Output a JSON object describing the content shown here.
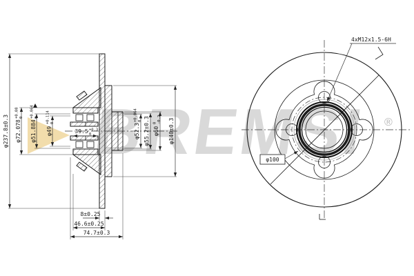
{
  "watermark": {
    "brand": "BREMSI",
    "registered": "®",
    "text_color": "#c9c9c9",
    "accent_color": "#f1dba8"
  },
  "colors": {
    "line": "#1a1a1a",
    "dim_line": "#333333"
  },
  "annotations": {
    "thread_callout": "4xM12x1.5-6H",
    "bolt_circle": "φ100"
  },
  "dimensions": {
    "disc_od": "φ237.8±0.3",
    "bearing_bore": {
      "v": "φ72.078",
      "tp": "+0.08",
      "tm": "0"
    },
    "seal_bore": {
      "v": "φ51.884",
      "tp": "+0.064",
      "tm": "0"
    },
    "inner_bore": {
      "v": "φ49",
      "tp": "+0.114",
      "tm": "0"
    },
    "bearing_width": {
      "v": "39.5",
      "tp": "+0.3",
      "tm": "0"
    },
    "pilot_dia": {
      "v": "φ52.3",
      "tp": "+0.064",
      "tm": "0"
    },
    "groove_dia": "φ55.2±0.3",
    "nose_dia": {
      "v": "φ60",
      "tp": "0",
      "tm": "-0.2"
    },
    "flange_dia": "φ140±0.3",
    "disc_thickness": "8±0.25",
    "mount_depth": "46.6±0.25",
    "overall_width": "74.7±0.3"
  }
}
